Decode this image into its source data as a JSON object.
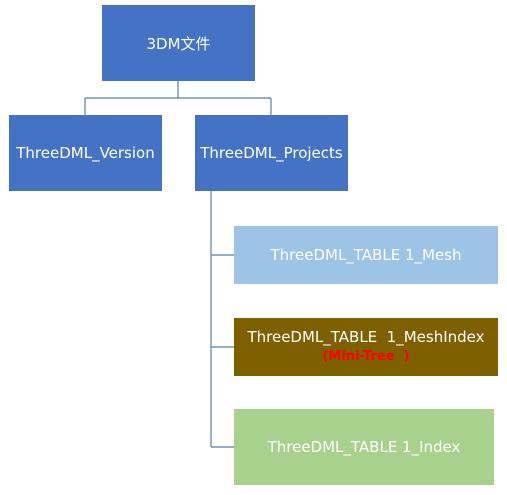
{
  "diagram": {
    "root": {
      "label": "3DM文件"
    },
    "level1": [
      {
        "label": "ThreeDML_Version"
      },
      {
        "label": "ThreeDML_Projects"
      }
    ],
    "children_of_projects": [
      {
        "label": "ThreeDML_TABLE 1_Mesh"
      },
      {
        "label": "ThreeDML_TABLE  1_MeshIndex",
        "sublabel": "(Mini-Tree  )"
      },
      {
        "label": "ThreeDML_TABLE 1_Index"
      }
    ]
  },
  "colors": {
    "primary": "#4472c4",
    "light_blue": "#9dc3e6",
    "brown": "#7f6000",
    "green": "#a9d18e",
    "connector": "#5b7fa6",
    "highlight_red": "#ff0000"
  }
}
